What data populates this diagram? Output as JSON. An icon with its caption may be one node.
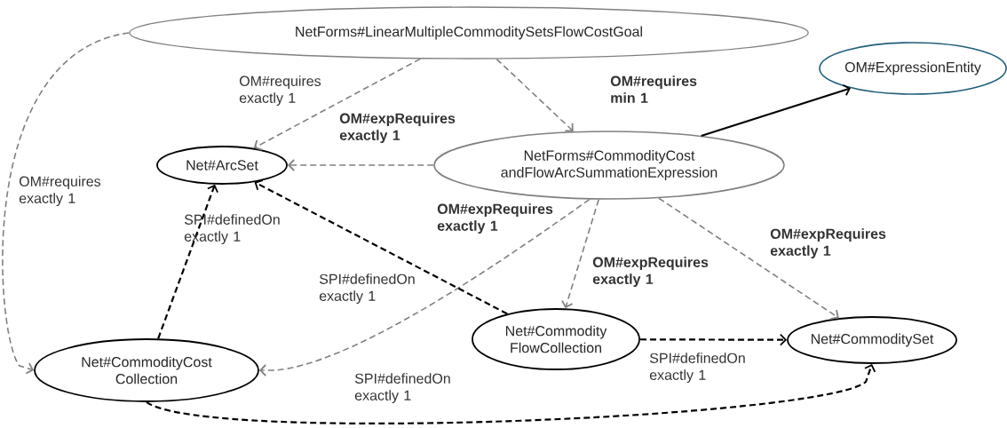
{
  "diagram": {
    "nodes": [
      {
        "text": [
          "NetForms#LinearMultipleCommoditySetsFlowCostGoal"
        ]
      },
      {
        "text": [
          "OM#ExpressionEntity"
        ]
      },
      {
        "text": [
          "NetForms#CommodityCost andFlowArcSummationExpression"
        ]
      },
      {
        "text": [
          "Net#ArcSet"
        ]
      },
      {
        "text": [
          "Net#Commodity FlowCollection"
        ]
      },
      {
        "text": [
          "Net#CommoditySet"
        ]
      },
      {
        "text": [
          "Net#CommodityCost Collection"
        ]
      }
    ],
    "edges": [
      {
        "from": 0,
        "to": 3,
        "arrow": "to",
        "label": "OM#requires exactly 1",
        "style": "dashed"
      },
      {
        "from": 0,
        "to": 2,
        "arrow": "to",
        "label": "OM#requires min 1",
        "style": "dashed"
      },
      {
        "from": 0,
        "to": 6,
        "arrow": "to",
        "label": "OM#requires exactly 1",
        "style": "dashed"
      },
      {
        "from": 2,
        "to": 3,
        "arrow": "to",
        "label": "OM#expRequires exactly 1",
        "style": "dashed"
      },
      {
        "from": 2,
        "to": 1,
        "arrow": "to",
        "color": "#000000"
      },
      {
        "from": 2,
        "to": 6,
        "arrow": "to",
        "label": "OM#expRequires exactly 1",
        "style": "dashed"
      },
      {
        "from": 2,
        "to": 4,
        "arrow": "to",
        "label": "OM#expRequires exactly 1",
        "style": "dashed"
      },
      {
        "from": 2,
        "to": 5,
        "arrow": "to",
        "label": "OM#expRequires exactly 1",
        "style": "dashed"
      },
      {
        "from": 6,
        "to": 3,
        "arrow": "to",
        "label": "SPI#definedOn exactly 1",
        "style": "dashed",
        "color": "#000000"
      },
      {
        "from": 4,
        "to": 3,
        "arrow": "to",
        "label": "SPI#definedOn exactly 1",
        "style": "dashed",
        "color": "#000000"
      },
      {
        "from": 4,
        "to": 5,
        "arrow": "to",
        "label": "SPI#definedOn exactly 1",
        "style": "dashed",
        "color": "#000000"
      },
      {
        "from": 6,
        "to": 5,
        "arrow": "to",
        "label": "SPI#definedOn exactly 1",
        "style": "dashed",
        "color": "#000000"
      }
    ]
  }
}
